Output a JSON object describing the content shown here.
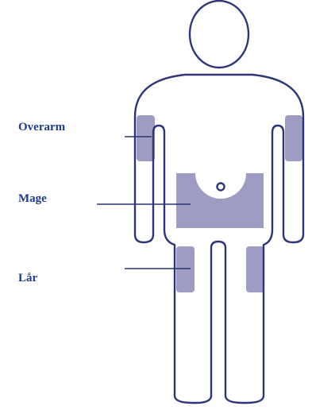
{
  "diagram": {
    "labels": {
      "upper_arm": "Overarm",
      "abdomen": "Mage",
      "thigh": "Lår"
    }
  },
  "colors": {
    "outline": "#2c3577",
    "zone_fill": "#9e9cc2",
    "label_text": "#1f3b87",
    "leader_line": "#2c3577"
  }
}
